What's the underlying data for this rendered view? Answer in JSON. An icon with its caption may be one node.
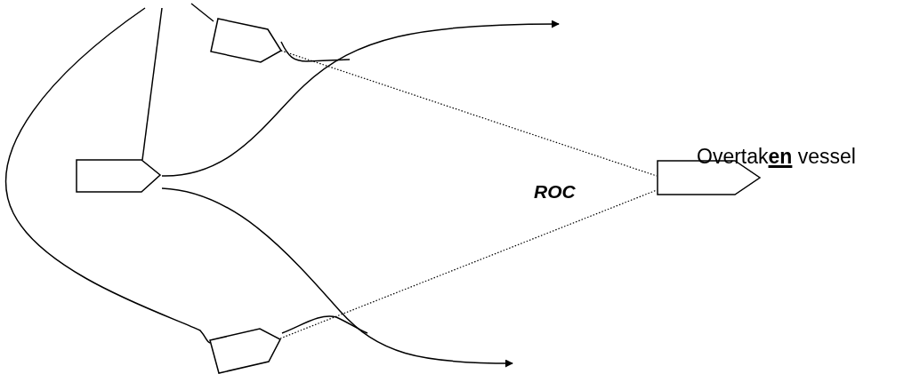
{
  "diagram": {
    "nodes": [
      {
        "text": [],
        "shape": "pentagon"
      },
      {
        "text": [],
        "shape": "pentagon"
      },
      {
        "text": [],
        "shape": "pentagon"
      },
      {
        "text": [],
        "shape": "pentagon",
        "beside": [
          "Overtak**en** vessel"
        ]
      }
    ],
    "edges": [
      {
        "from": 1,
        "to": null,
        "arrow": "to"
      },
      {
        "from": 1,
        "to": null,
        "arrow": "to"
      },
      {
        "from": 0,
        "to": 3,
        "arrow": "none",
        "style": "dashed"
      },
      {
        "from": 2,
        "to": 3,
        "arrow": "none",
        "style": "dashed"
      },
      {
        "from": 0,
        "to": null,
        "arrow": "none"
      },
      {
        "from": 2,
        "to": null,
        "arrow": "none"
      },
      {
        "from": null,
        "to": 0,
        "arrow": "none"
      },
      {
        "from": null,
        "to": 1,
        "arrow": "none"
      },
      {
        "from": null,
        "to": 2,
        "arrow": "none"
      }
    ],
    "labels": [
      "ROC"
    ]
  }
}
